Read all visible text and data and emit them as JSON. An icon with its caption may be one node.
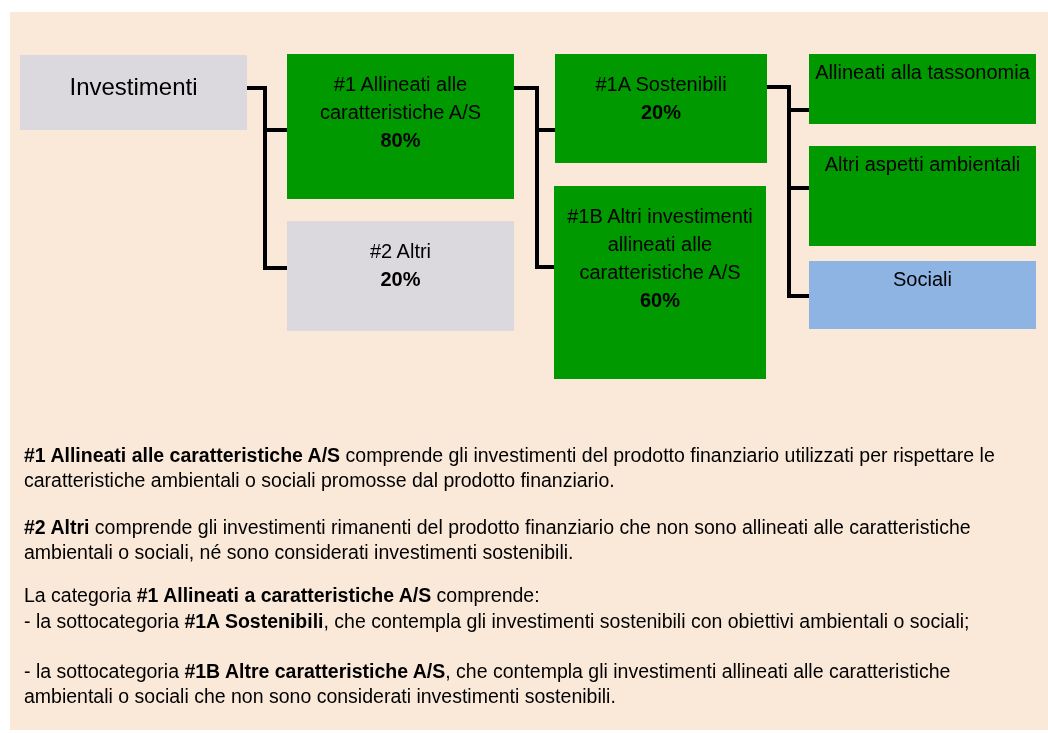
{
  "diagram": {
    "nodes": [
      {
        "text": [
          "Investimenti"
        ]
      },
      {
        "text": [
          "#1 Allineati alle caratteristiche A/S",
          "80%"
        ]
      },
      {
        "text": [
          "#2 Altri",
          "20%"
        ]
      },
      {
        "text": [
          "#1A Sostenibili",
          "20%"
        ]
      },
      {
        "text": [
          "#1B Altri investimenti allineati alle caratteristiche A/S",
          "60%"
        ]
      },
      {
        "text": [
          "Allineati alla tassonomia"
        ]
      },
      {
        "text": [
          "Altri aspetti ambientali"
        ]
      },
      {
        "text": [
          "Sociali"
        ]
      }
    ],
    "edges": [
      {
        "from": 0,
        "to": 1,
        "arrow": "none"
      },
      {
        "from": 0,
        "to": 2,
        "arrow": "none"
      },
      {
        "from": 1,
        "to": 3,
        "arrow": "none"
      },
      {
        "from": 1,
        "to": 4,
        "arrow": "none"
      },
      {
        "from": 3,
        "to": 5,
        "arrow": "none"
      },
      {
        "from": 3,
        "to": 6,
        "arrow": "none"
      },
      {
        "from": 3,
        "to": 7,
        "arrow": "none"
      }
    ],
    "labels": [
      "**#1 Allineati alle caratteristiche A/S** comprende gli investimenti del prodotto finanziario utilizzati per rispettare le caratteristiche ambientali o sociali promosse dal prodotto finanziario.",
      "**#2 Altri** comprende gli investimenti rimanenti del prodotto finanziario che non sono allineati alle caratteristiche ambientali o sociali, né sono considerati investimenti sostenibili.",
      "La categoria **#1 Allineati a caratteristiche A/S** comprende:",
      "- la sottocategoria **#1A Sostenibili**, che contempla gli investimenti sostenibili con obiettivi ambientali o sociali;",
      "- la sottocategoria **#1B Altre caratteristiche A/S**, che contempla gli investimenti allineati alle caratteristiche ambientali o sociali che non sono considerati investimenti sostenibili."
    ]
  }
}
